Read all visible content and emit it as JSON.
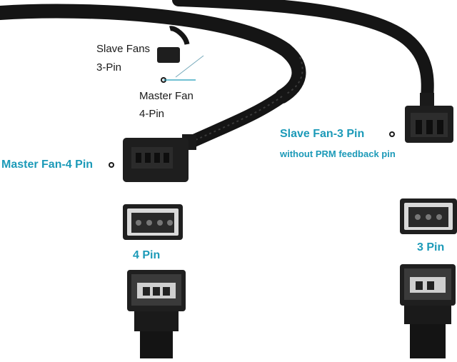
{
  "labels": {
    "inset_slave_title": "Slave Fans",
    "inset_slave_pins": "3-Pin",
    "inset_master_title": "Master Fan",
    "inset_master_pins": "4-Pin",
    "master_callout": "Master Fan-4 Pin",
    "slave_callout": "Slave Fan-3 Pin",
    "slave_note": "without PRM feedback pin",
    "four_pin": "4 Pin",
    "three_pin": "3 Pin"
  },
  "colors": {
    "accent": "#1c9ab8",
    "cable": "#151515",
    "connector": "#1e1e1e"
  }
}
